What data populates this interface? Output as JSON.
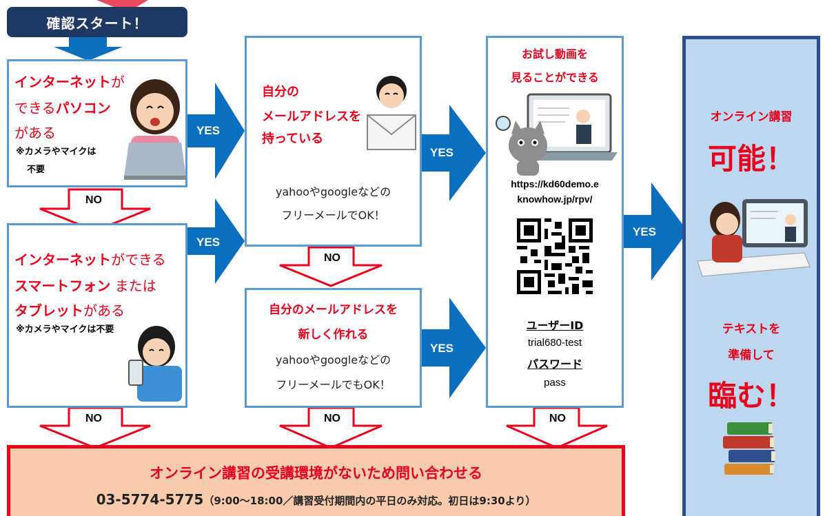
{
  "start": {
    "label": "確認スタート！"
  },
  "box1": {
    "line1_a": "インターネット",
    "line1_b": "が",
    "line2_a": "できる",
    "line2_b": "パソコン",
    "line3": "がある",
    "note1": "※カメラやマイクは",
    "note2": "不要"
  },
  "box2": {
    "line1_a": "インターネット",
    "line1_b": "ができる",
    "line2_a": "スマートフォン",
    "line2_b": " または",
    "line3_a": "タブレット",
    "line3_b": "がある",
    "note": "※カメラやマイクは不要"
  },
  "box3": {
    "line1": "自分の",
    "line2": "メールアドレスを",
    "line3": "持っている",
    "sub1": "yahooやgoogleなどの",
    "sub2": "フリーメールでOK！"
  },
  "box4": {
    "line1": "自分のメールアドレスを",
    "line2": "新しく作れる",
    "sub1": "yahooやgoogleなどの",
    "sub2": "フリーメールでもOK！"
  },
  "box5": {
    "title1": "お試し動画を",
    "title2": "見ることができる",
    "url1": "https://kd60demo.e",
    "url2": "knowhow.jp/rpv/",
    "userid_label": "ユーザーID",
    "userid_value": "trial680-test",
    "password_label": "パスワード",
    "password_value": "pass"
  },
  "result": {
    "line1": "オンライン講習",
    "line2": "可能！",
    "line3": "テキストを",
    "line4": "準備して",
    "line5": "臨む！"
  },
  "contact": {
    "title": "オンライン講習の受講環境がないため問い合わせる",
    "phone": "03-5774-5775",
    "hours": "（9:00〜18:00／講習受付期間内の平日のみ対応。初日は9:30より）"
  },
  "labels": {
    "yes": "YES",
    "no": "NO"
  },
  "colors": {
    "accent_red": "#e8001c",
    "box_border": "#5b9bd5",
    "arrow_blue": "#0b6fc0",
    "start_navy": "#1f3864",
    "result_bg": "#bdd7ee",
    "result_border": "#2e4f8f",
    "contact_bg": "#f8cbad"
  }
}
